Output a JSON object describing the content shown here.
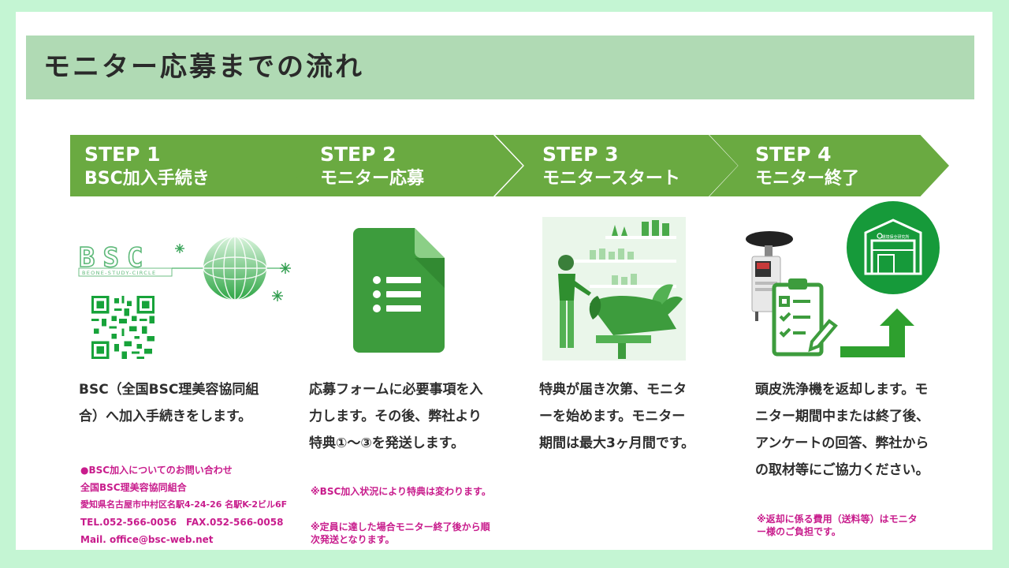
{
  "title": "モニター応募までの流れ",
  "steps": [
    {
      "step": "STEP 1",
      "label": "BSC加入手続き",
      "description": "BSC（全国BSC理美容協同組合）へ加入手続きをします。",
      "contact": {
        "heading": "●BSC加入についてのお問い合わせ",
        "org": "全国BSC理美容協同組合",
        "address": "愛知県名古屋市中村区名駅4-24-26 名駅K-2ビル6F",
        "tel": "TEL.052-566-0056　FAX.052-566-0058",
        "mail": "Mail. office@bsc-web.net"
      },
      "logo": {
        "text": "BSC",
        "tagline": "BEONE-STUDY-CIRCLE"
      },
      "icon": "bsc-logo-and-qr-code"
    },
    {
      "step": "STEP 2",
      "label": "モニター応募",
      "description": "応募フォームに必要事項を入力します。その後、弊社より特典①～③を発送します。",
      "notes": [
        "※BSC加入状況により特典は変わります。",
        "※定員に達した場合モニター終了後から順次発送となります。"
      ],
      "icon": "google-forms-icon"
    },
    {
      "step": "STEP 3",
      "label": "モニタースタート",
      "description": "特典が届き次第、モニターを始めます。モニター期間は最大3ヶ月間です。",
      "icon": "salon-shampoo-illustration"
    },
    {
      "step": "STEP 4",
      "label": "モニター終了",
      "description": "頭皮洗浄機を返却します。モニター期間中または終了後、アンケートの回答、弊社からの取材等にご協力ください。",
      "notes": [
        "※返却に係る費用（送料等）はモニター様のご負担です。"
      ],
      "warehouse_label": "環境保全研究所",
      "icon": "return-warehouse-illustration"
    }
  ],
  "colors": {
    "page_bg": "#c4f5d3",
    "title_bar": "#b0dab4",
    "arrow": "#6aaa41",
    "icon_green": "#3d9c3d",
    "note_magenta": "#c81c8c",
    "text": "#2e2e2e"
  }
}
